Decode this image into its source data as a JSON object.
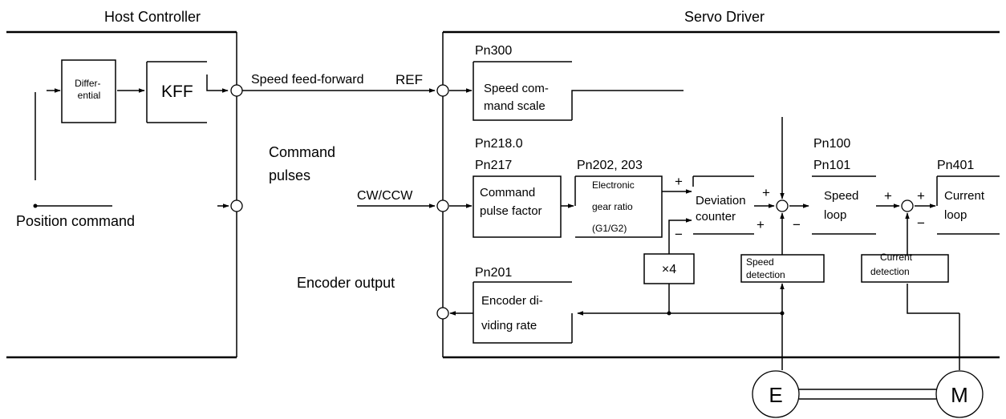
{
  "host": {
    "title": "Host Controller",
    "differential": [
      "Differ-",
      "ential"
    ],
    "kff": "KFF",
    "position_command": "Position command"
  },
  "servo": {
    "title": "Servo Driver"
  },
  "signals": {
    "speed_ff": "Speed feed-forward",
    "ref": "REF",
    "command_pulses": [
      "Command",
      "pulses"
    ],
    "cwccw": "CW/CCW",
    "encoder_output": "Encoder output"
  },
  "params": {
    "pn300": "Pn300",
    "pn2180": "Pn218.0",
    "pn217": "Pn217",
    "pn202": "Pn202, 203",
    "pn100": "Pn100",
    "pn101": "Pn101",
    "pn401": "Pn401",
    "pn201": "Pn201"
  },
  "blocks": {
    "speed_cmd": [
      "Speed com-",
      "mand scale"
    ],
    "cmd_pulse": [
      "Command",
      "pulse factor"
    ],
    "egear": [
      "Electronic",
      "gear ratio",
      "(G1/G2)"
    ],
    "deviation": [
      "Deviation",
      "counter"
    ],
    "speed_loop": [
      "Speed",
      "loop"
    ],
    "current_loop": [
      "Current",
      "loop"
    ],
    "x4": "×4",
    "speed_det": [
      "Speed",
      "detection"
    ],
    "current_det": [
      "Current",
      "detection"
    ],
    "enc_div": [
      "Encoder di-",
      "viding rate"
    ]
  },
  "signs": {
    "plus": "+",
    "minus": "−"
  },
  "motor": {
    "encoder": "E",
    "motor": "M"
  }
}
